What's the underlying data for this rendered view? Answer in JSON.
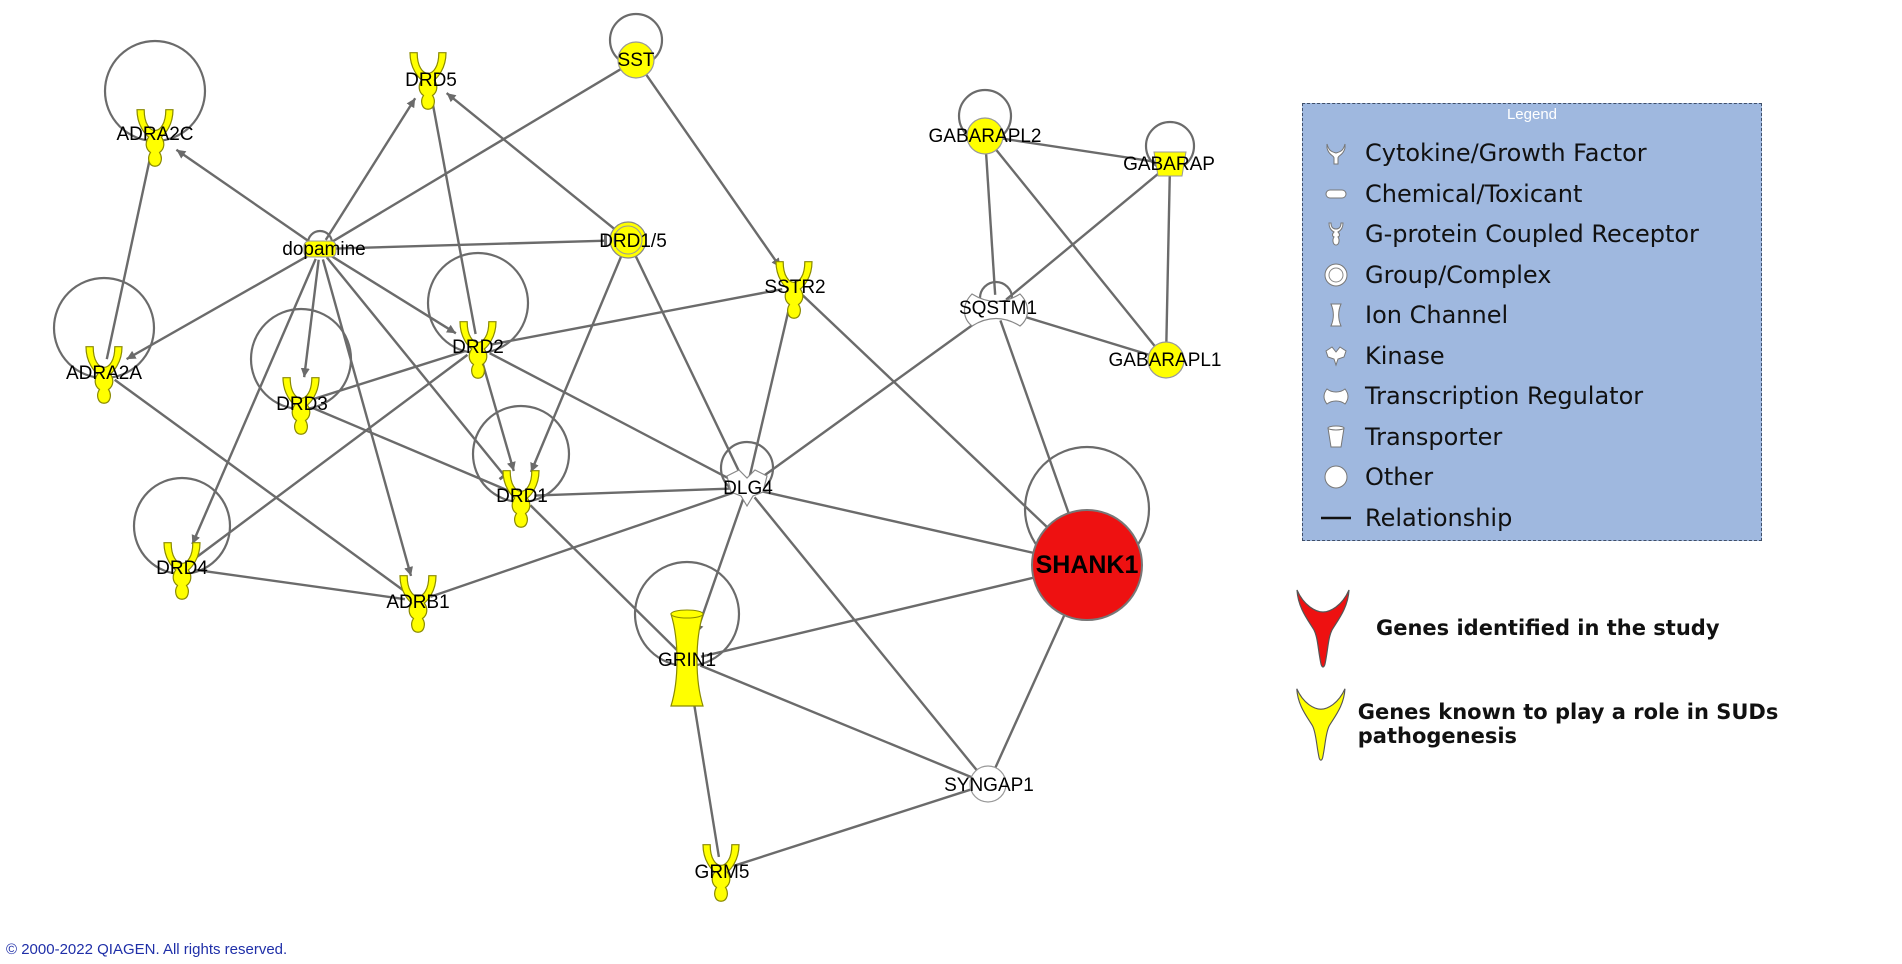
{
  "network": {
    "nodes": [
      {
        "id": "ADRA2C",
        "label": "ADRA2C",
        "type": "gpcr",
        "color": "#ffff00"
      },
      {
        "id": "DRD5",
        "label": "DRD5",
        "type": "gpcr",
        "color": "#ffff00"
      },
      {
        "id": "SST",
        "label": "SST",
        "type": "other",
        "color": "#ffff00"
      },
      {
        "id": "dopamine",
        "label": "dopamine",
        "type": "chemical",
        "color": "#ffff00"
      },
      {
        "id": "DRD1_5",
        "label": "DRD1/5",
        "type": "group",
        "color": "#ffff00"
      },
      {
        "id": "SSTR2",
        "label": "SSTR2",
        "type": "gpcr",
        "color": "#ffff00"
      },
      {
        "id": "GABARAPL2",
        "label": "GABARAPL2",
        "type": "other",
        "color": "#ffff00"
      },
      {
        "id": "GABARAP",
        "label": "GABARAP",
        "type": "transporter",
        "color": "#ffff00"
      },
      {
        "id": "ADRA2A",
        "label": "ADRA2A",
        "type": "gpcr",
        "color": "#ffff00"
      },
      {
        "id": "DRD2",
        "label": "DRD2",
        "type": "gpcr",
        "color": "#ffff00"
      },
      {
        "id": "DRD3",
        "label": "DRD3",
        "type": "gpcr",
        "color": "#ffff00"
      },
      {
        "id": "SQSTM1",
        "label": "SQSTM1",
        "type": "tf",
        "color": "#ffffff"
      },
      {
        "id": "GABARAPL1",
        "label": "GABARAPL1",
        "type": "other",
        "color": "#ffff00"
      },
      {
        "id": "DRD1",
        "label": "DRD1",
        "type": "gpcr",
        "color": "#ffff00"
      },
      {
        "id": "DLG4",
        "label": "DLG4",
        "type": "kinase",
        "color": "#ffffff"
      },
      {
        "id": "DRD4",
        "label": "DRD4",
        "type": "gpcr",
        "color": "#ffff00"
      },
      {
        "id": "ADRB1",
        "label": "ADRB1",
        "type": "gpcr",
        "color": "#ffff00"
      },
      {
        "id": "SHANK1",
        "label": "SHANK1",
        "type": "other",
        "color": "#ee1111"
      },
      {
        "id": "GRIN1",
        "label": "GRIN1",
        "type": "ion",
        "color": "#ffff00"
      },
      {
        "id": "SYNGAP1",
        "label": "SYNGAP1",
        "type": "other",
        "color": "#ffffff"
      },
      {
        "id": "GRM5",
        "label": "GRM5",
        "type": "gpcr",
        "color": "#ffff00"
      }
    ],
    "edges": [
      {
        "from": "dopamine",
        "to": "ADRA2C",
        "kind": "arrow"
      },
      {
        "from": "dopamine",
        "to": "DRD5",
        "kind": "arrow"
      },
      {
        "from": "dopamine",
        "to": "DRD1_5",
        "kind": "inhibit"
      },
      {
        "from": "dopamine",
        "to": "ADRA2A",
        "kind": "arrow"
      },
      {
        "from": "dopamine",
        "to": "DRD3",
        "kind": "arrow"
      },
      {
        "from": "dopamine",
        "to": "DRD2",
        "kind": "arrow"
      },
      {
        "from": "dopamine",
        "to": "DRD1",
        "kind": "inhibit"
      },
      {
        "from": "dopamine",
        "to": "DRD4",
        "kind": "arrow"
      },
      {
        "from": "dopamine",
        "to": "ADRB1",
        "kind": "arrow"
      },
      {
        "from": "SST",
        "to": "dopamine",
        "kind": "line"
      },
      {
        "from": "SST",
        "to": "SSTR2",
        "kind": "arrow"
      },
      {
        "from": "DRD1_5",
        "to": "DRD5",
        "kind": "arrow"
      },
      {
        "from": "DRD1_5",
        "to": "DRD1",
        "kind": "arrow"
      },
      {
        "from": "DRD1_5",
        "to": "DLG4",
        "kind": "line"
      },
      {
        "from": "DRD5",
        "to": "DRD2",
        "kind": "line"
      },
      {
        "from": "ADRA2C",
        "to": "ADRA2A",
        "kind": "line"
      },
      {
        "from": "ADRA2A",
        "to": "ADRB1",
        "kind": "line"
      },
      {
        "from": "DRD2",
        "to": "DRD1",
        "kind": "arrow"
      },
      {
        "from": "DRD2",
        "to": "DRD3",
        "kind": "line"
      },
      {
        "from": "DRD2",
        "to": "DRD4",
        "kind": "line"
      },
      {
        "from": "DRD2",
        "to": "DLG4",
        "kind": "line"
      },
      {
        "from": "SSTR2",
        "to": "DRD2",
        "kind": "line"
      },
      {
        "from": "SSTR2",
        "to": "DLG4",
        "kind": "line"
      },
      {
        "from": "SSTR2",
        "to": "SHANK1",
        "kind": "line"
      },
      {
        "from": "DRD3",
        "to": "DRD1",
        "kind": "line"
      },
      {
        "from": "DRD1",
        "to": "DLG4",
        "kind": "line"
      },
      {
        "from": "DRD1",
        "to": "GRIN1",
        "kind": "line"
      },
      {
        "from": "DRD4",
        "to": "ADRB1",
        "kind": "line"
      },
      {
        "from": "ADRB1",
        "to": "DLG4",
        "kind": "line"
      },
      {
        "from": "DLG4",
        "to": "GRIN1",
        "kind": "arrow"
      },
      {
        "from": "DLG4",
        "to": "SQSTM1",
        "kind": "line"
      },
      {
        "from": "DLG4",
        "to": "SHANK1",
        "kind": "line"
      },
      {
        "from": "DLG4",
        "to": "SYNGAP1",
        "kind": "line"
      },
      {
        "from": "GABARAPL2",
        "to": "GABARAP",
        "kind": "line"
      },
      {
        "from": "GABARAPL2",
        "to": "SQSTM1",
        "kind": "line"
      },
      {
        "from": "GABARAPL2",
        "to": "GABARAPL1",
        "kind": "line"
      },
      {
        "from": "GABARAP",
        "to": "SQSTM1",
        "kind": "line"
      },
      {
        "from": "GABARAP",
        "to": "GABARAPL1",
        "kind": "line"
      },
      {
        "from": "SQSTM1",
        "to": "GABARAPL1",
        "kind": "line"
      },
      {
        "from": "SQSTM1",
        "to": "SHANK1",
        "kind": "line"
      },
      {
        "from": "SHANK1",
        "to": "GRIN1",
        "kind": "line"
      },
      {
        "from": "SHANK1",
        "to": "SYNGAP1",
        "kind": "line"
      },
      {
        "from": "GRIN1",
        "to": "SYNGAP1",
        "kind": "line"
      },
      {
        "from": "GRIN1",
        "to": "GRM5",
        "kind": "line"
      },
      {
        "from": "SYNGAP1",
        "to": "GRM5",
        "kind": "line"
      }
    ],
    "self_loops": [
      "ADRA2C",
      "SST",
      "GABARAPL2",
      "GABARAP",
      "ADRA2A",
      "DRD2",
      "DRD3",
      "SQSTM1",
      "DRD1",
      "DLG4",
      "DRD4",
      "SHANK1",
      "GRIN1",
      "dopamine"
    ]
  },
  "legend": {
    "title": "Legend",
    "items": [
      {
        "icon": "cytokine-icon",
        "label": "Cytokine/Growth Factor"
      },
      {
        "icon": "chemical-icon",
        "label": "Chemical/Toxicant"
      },
      {
        "icon": "gpcr-icon",
        "label": "G-protein Coupled Receptor"
      },
      {
        "icon": "group-icon",
        "label": "Group/Complex"
      },
      {
        "icon": "ion-channel-icon",
        "label": "Ion Channel"
      },
      {
        "icon": "kinase-icon",
        "label": "Kinase"
      },
      {
        "icon": "transcription-regulator-icon",
        "label": "Transcription Regulator"
      },
      {
        "icon": "transporter-icon",
        "label": "Transporter"
      },
      {
        "icon": "other-icon",
        "label": "Other"
      },
      {
        "icon": "relationship-icon",
        "label": "Relationship"
      }
    ]
  },
  "key": [
    {
      "color": "#ee1111",
      "label": "Genes identified in the study"
    },
    {
      "color": "#ffff00",
      "label": "Genes known to play a role in SUDs pathogenesis"
    }
  ],
  "copyright": "© 2000-2022 QIAGEN. All rights reserved."
}
